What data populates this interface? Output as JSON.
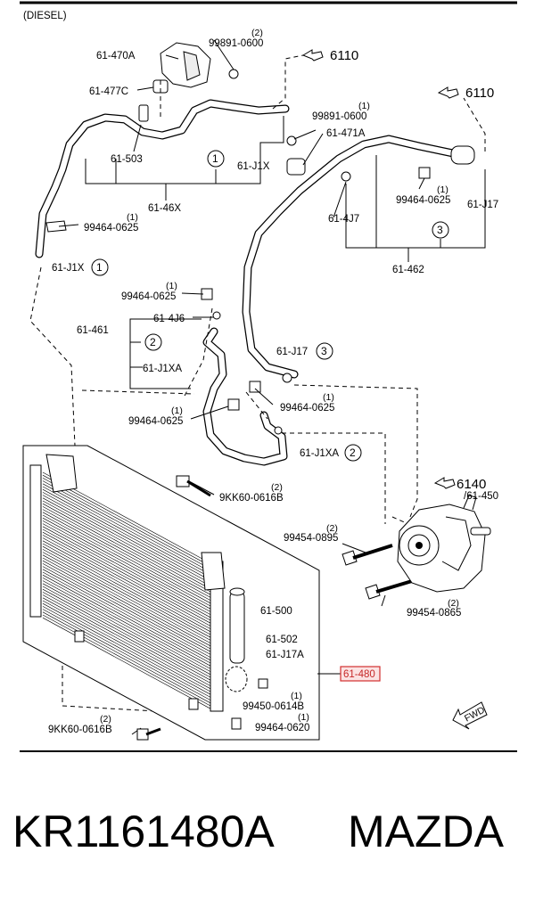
{
  "header": {
    "engine": "(DIESEL)"
  },
  "callouts": [
    {
      "id": "c1",
      "part": "61-470A"
    },
    {
      "id": "c2",
      "qty": "(2)",
      "part": "99891-0600"
    },
    {
      "id": "c3",
      "part": "61-477C"
    },
    {
      "id": "c4",
      "qty": "(1)",
      "part": "99891-0600"
    },
    {
      "id": "c5",
      "part": "61-503"
    },
    {
      "id": "c6",
      "part": "61-471A"
    },
    {
      "id": "c7",
      "part": "61-J1X"
    },
    {
      "id": "c8",
      "part": "61-46X"
    },
    {
      "id": "c9",
      "qty": "(1)",
      "part": "99464-0625"
    },
    {
      "id": "c10",
      "part": "61-4J7"
    },
    {
      "id": "c11",
      "part": "61-J17"
    },
    {
      "id": "c12",
      "qty": "(1)",
      "part": "99464-0625"
    },
    {
      "id": "c13",
      "part": "61-462"
    },
    {
      "id": "c14",
      "part": "61-J1X"
    },
    {
      "id": "c15",
      "qty": "(1)",
      "part": "99464-0625"
    },
    {
      "id": "c16",
      "part": "61-4J6"
    },
    {
      "id": "c17",
      "part": "61-461"
    },
    {
      "id": "c18",
      "part": "61-J1XA"
    },
    {
      "id": "c19",
      "part": "61-J17"
    },
    {
      "id": "c20",
      "qty": "(1)",
      "part": "99464-0625"
    },
    {
      "id": "c21",
      "qty": "(1)",
      "part": "99464-0625"
    },
    {
      "id": "c22",
      "part": "61-J1XA"
    },
    {
      "id": "c23",
      "qty": "(2)",
      "part": "9KK60-0616B"
    },
    {
      "id": "c24",
      "part": "/61-450"
    },
    {
      "id": "c25",
      "qty": "(2)",
      "part": "99454-0895"
    },
    {
      "id": "c26",
      "qty": "(2)",
      "part": "99454-0865"
    },
    {
      "id": "c27",
      "part": "61-500"
    },
    {
      "id": "c28",
      "part": "61-502"
    },
    {
      "id": "c29",
      "part": "61-J17A"
    },
    {
      "id": "c30",
      "part": "61-480"
    },
    {
      "id": "c31",
      "qty": "(1)",
      "part": "99450-0614B"
    },
    {
      "id": "c32",
      "qty": "(2)",
      "part": "9KK60-0616B"
    },
    {
      "id": "c33",
      "qty": "(1)",
      "part": "99464-0620"
    }
  ],
  "group_markers": [
    "1",
    "1",
    "2",
    "2",
    "3",
    "3"
  ],
  "refs": [
    {
      "id": "r1",
      "label": "6110"
    },
    {
      "id": "r2",
      "label": "6110"
    },
    {
      "id": "r3",
      "label": "6140"
    }
  ],
  "direction_badge": "FWD",
  "footer": {
    "part_number": "KR1161480A",
    "brand": "MAZDA"
  },
  "colors": {
    "highlight_box": "#d32f2f",
    "highlight_text": "#c62828",
    "highlight_fill": "#fbe3e3"
  }
}
